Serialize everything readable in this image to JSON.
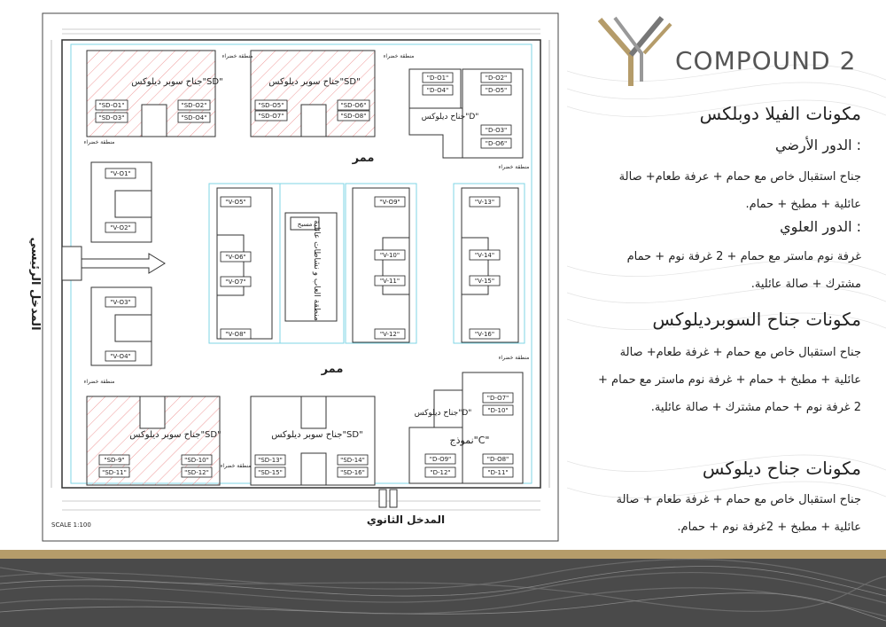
{
  "brand": {
    "name": "COMPOUND 2"
  },
  "colors": {
    "gold": "#b59c6a",
    "hatch": "#e88a8a",
    "cyan": "#7fd6e6",
    "text": "#222222",
    "dark": "#3a3a3a"
  },
  "plan": {
    "scale": "SCALE  1:100",
    "main_entrance": "المدخل الرئيسي",
    "secondary_entrance": "المدخل الثانوي",
    "corridor_top": "ممر",
    "corridor_bottom": "ممر",
    "play_area": "منطقة العاب و نشاطات عائلية",
    "pool": "مسبح",
    "green_zone": "منطقة خضراء",
    "blocks": {
      "sd_tl": "جناح سوبر ديلوكس\"SD\"",
      "sd_tm": "جناح سوبر ديلوكس\"SD\"",
      "d_tr": "جناح ديلوكس\"D\"",
      "sd_bl": "جناح سوبر ديلوكس\"SD\"",
      "sd_bm": "جناح سوبر ديلوكس\"SD\"",
      "d_br": "جناح ديلوكس\"D\"",
      "c_br": "نموذج\"C\""
    },
    "units": {
      "sd01": "\"SD-O1\"",
      "sd02": "\"SD-O2\"",
      "sd03": "\"SD-O3\"",
      "sd04": "\"SD-O4\"",
      "sd05": "\"SD-O5\"",
      "sd06": "\"SD-O6\"",
      "sd07": "\"SD-O7\"",
      "sd08": "\"SD-O8\"",
      "sd09": "\"SD-9\"",
      "sd10": "\"SD-10\"",
      "sd11": "\"SD-11\"",
      "sd12": "\"SD-12\"",
      "sd13": "\"SD-13\"",
      "sd14": "\"SD-14\"",
      "sd15": "\"SD-15\"",
      "sd16": "\"SD-16\"",
      "d01": "\"D-O1\"",
      "d02": "\"D-O2\"",
      "d03": "\"D-O3\"",
      "d04": "\"D-O4\"",
      "d05": "\"D-O5\"",
      "d06": "\"D-O6\"",
      "d07": "\"D-O7\"",
      "d08": "\"D-O8\"",
      "d09": "\"D-O9\"",
      "d10": "\"D-10\"",
      "d11": "\"D-11\"",
      "d12": "\"D-12\"",
      "v01": "\"V-O1\"",
      "v02": "\"V-O2\"",
      "v03": "\"V-O3\"",
      "v04": "\"V-O4\"",
      "v05": "\"V-O5\"",
      "v06": "\"V-O6\"",
      "v07": "\"V-O7\"",
      "v08": "\"V-O8\"",
      "v09": "\"V-O9\"",
      "v10": "\"V-10\"",
      "v11": "\"V-11\"",
      "v12": "\"V-12\"",
      "v13": "\"V-13\"",
      "v14": "\"V-14\"",
      "v15": "\"V-15\"",
      "v16": "\"V-16\""
    }
  },
  "content": {
    "villa_title": "مكونات الفيلا دوبلكس",
    "ground_floor": "الدور الأرضي :",
    "ground_floor_desc": "جناح استقبال خاص مع حمام + عرفة طعام+ صالة عائلية + مطبخ + حمام.",
    "upper_floor": "الدور العلوي :",
    "upper_floor_desc": "غرفة نوم ماستر مع حمام + 2 غرفة نوم + حمام مشترك + صالة عائلية.",
    "superdeluxe_title": "مكونات جناح السوبرديلوكس",
    "superdeluxe_desc": "جناح استقبال خاص مع حمام + غرفة طعام+ صالة عائلية + مطبخ + حمام + غرفة نوم ماستر مع حمام + 2 غرفة نوم + حمام مشترك + صالة عائلية.",
    "deluxe_title": "مكونات جناح ديلوكس",
    "deluxe_desc": "جناح استقبال خاص مع حمام + غرفة طعام + صالة عائلية + مطبخ + 2غرفة نوم + حمام."
  }
}
